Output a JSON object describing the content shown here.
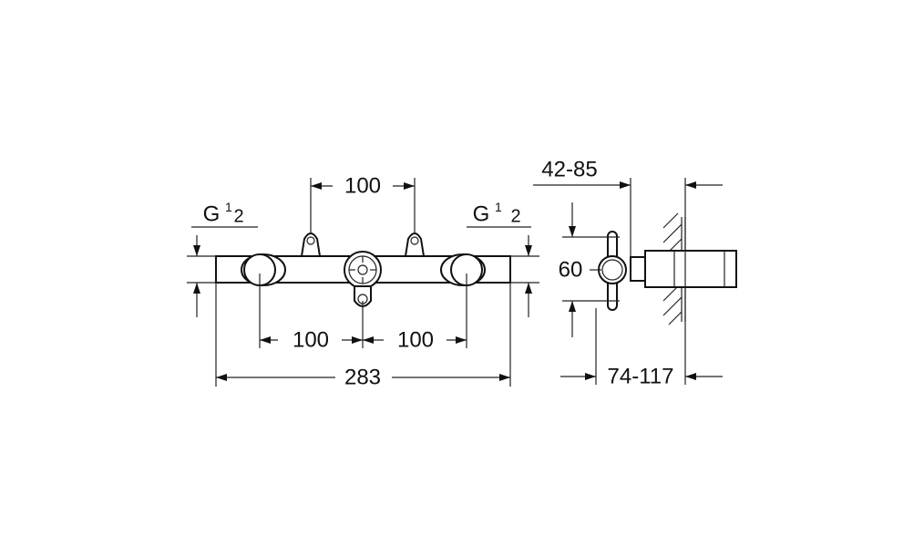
{
  "front_view": {
    "dim_top_spouts": "100",
    "dim_left_spacing": "100",
    "dim_right_spacing": "100",
    "dim_overall_width": "283",
    "thread_left": {
      "letter": "G",
      "num": "1",
      "den": "2"
    },
    "thread_right": {
      "letter": "G",
      "num": "1",
      "den": "2"
    }
  },
  "side_view": {
    "dim_wall_depth": "42-85",
    "dim_height": "60",
    "dim_installation_depth": "74-117"
  },
  "colors": {
    "line": "#111111",
    "background": "#ffffff"
  }
}
